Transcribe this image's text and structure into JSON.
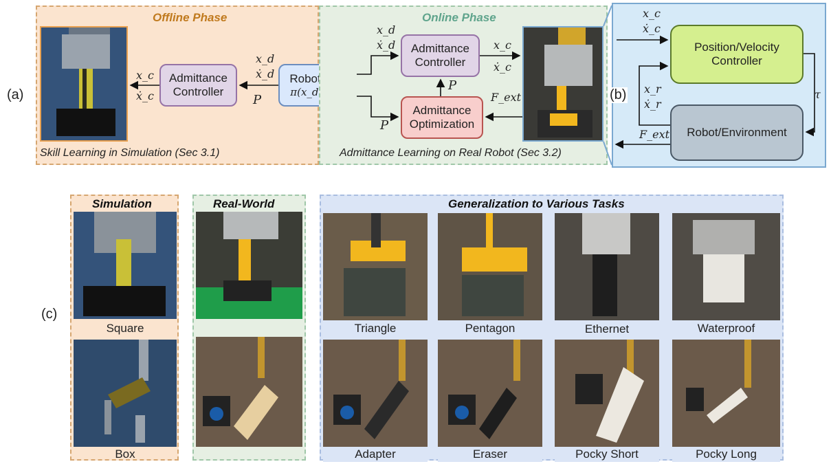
{
  "labels": {
    "a": "(a)",
    "b": "(b)",
    "c": "(c)"
  },
  "offline": {
    "title": "Offline Phase",
    "caption": "Skill Learning in Simulation (Sec 3.1)",
    "controller": "Admittance Controller",
    "xc": "x_c",
    "xcdot": "ẋ_c",
    "P": "P"
  },
  "skill": {
    "title": "Robot Skill",
    "formula": "π(x_d, P|s)",
    "xd": "x_d",
    "xddot": "ẋ_d"
  },
  "online": {
    "title": "Online Phase",
    "caption": "Admittance Learning on Real Robot (Sec 3.2)",
    "controller": "Admittance Controller",
    "optimization": "Admittance Optimization",
    "xd": "x_d",
    "xddot": "ẋ_d",
    "xc": "x_c",
    "xcdot": "ẋ_c",
    "P_up": "P",
    "P_low": "P",
    "Fext": "F_ext"
  },
  "panel_b": {
    "pos_vel": "Position/Velocity Controller",
    "robot_env": "Robot/Environment",
    "xc": "x_c",
    "xcdot": "ẋ_c",
    "xr": "x_r",
    "xrdot": "ẋ_r",
    "tau": "τ",
    "Fext": "F_ext"
  },
  "bottom": {
    "simulation": {
      "title": "Simulation",
      "items": [
        "Square",
        "Box"
      ]
    },
    "realworld": {
      "title": "Real-World"
    },
    "generalization": {
      "title": "Generalization to Various Tasks",
      "row1": [
        "Triangle",
        "Pentagon",
        "Ethernet",
        "Waterproof"
      ],
      "row2": [
        "Adapter",
        "Eraser",
        "Pocky Short",
        "Pocky Long"
      ]
    }
  },
  "colors": {
    "offline_bg": "#fbe4cf",
    "online_bg": "#e6efe3",
    "panel_b_bg": "#d6eaf8",
    "controller_fill": "#e1d5e7",
    "skill_fill": "#dae8fc",
    "optimization_fill": "#f8cecc",
    "posvel_fill": "#d5ef8f",
    "robotenv_fill": "#b9c6d1"
  }
}
